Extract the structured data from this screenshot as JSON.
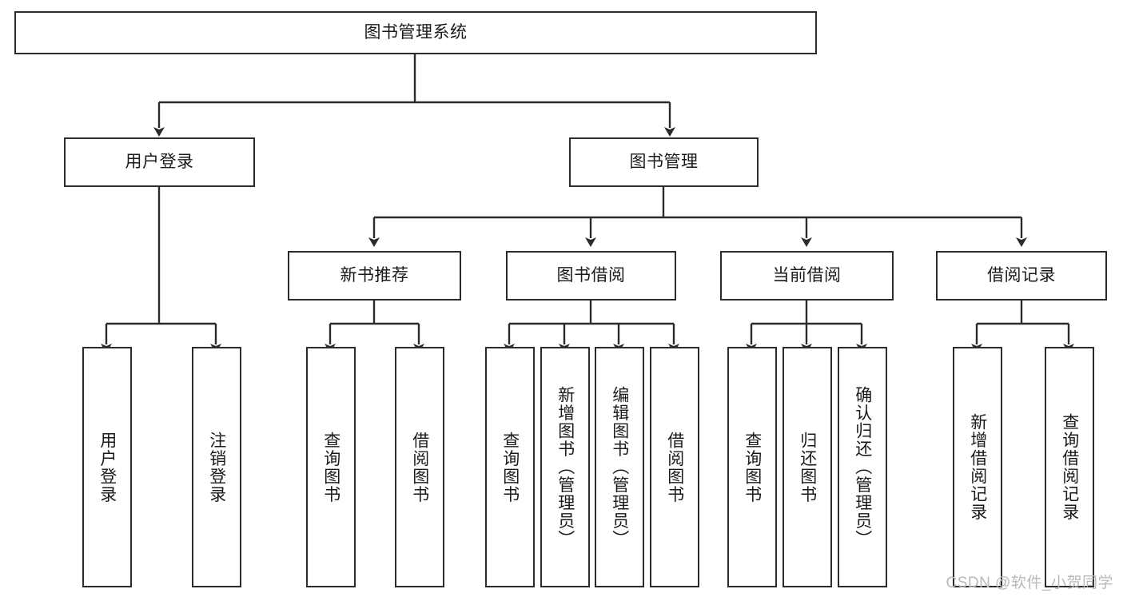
{
  "diagram": {
    "title": "图书管理系统",
    "type": "tree",
    "root": {
      "label": "图书管理系统"
    },
    "level1": [
      {
        "label": "用户登录"
      },
      {
        "label": "图书管理"
      }
    ],
    "level2": [
      {
        "label": "新书推荐"
      },
      {
        "label": "图书借阅"
      },
      {
        "label": "当前借阅"
      },
      {
        "label": "借阅记录"
      }
    ],
    "leaves": {
      "user_login": [
        {
          "label": "用户登录"
        },
        {
          "label": "注销登录"
        }
      ],
      "new_book_recommend": [
        {
          "label": "查询图书"
        },
        {
          "label": "借阅图书"
        }
      ],
      "book_borrow": [
        {
          "label": "查询图书"
        },
        {
          "label": "新增图书（管理员）"
        },
        {
          "label": "编辑图书（管理员）"
        },
        {
          "label": "借阅图书"
        }
      ],
      "current_borrow": [
        {
          "label": "查询图书"
        },
        {
          "label": "归还图书"
        },
        {
          "label": "确认归还（管理员）"
        }
      ],
      "borrow_record": [
        {
          "label": "新增借阅记录"
        },
        {
          "label": "查询借阅记录"
        }
      ]
    }
  },
  "watermark": {
    "text": "CSDN @软件_小贺同学"
  },
  "colors": {
    "border": "#2b2b2b",
    "edge": "#2b2b2b",
    "text": "#1a1a1a",
    "background": "#ffffff",
    "watermark": "#b9b9b9"
  }
}
